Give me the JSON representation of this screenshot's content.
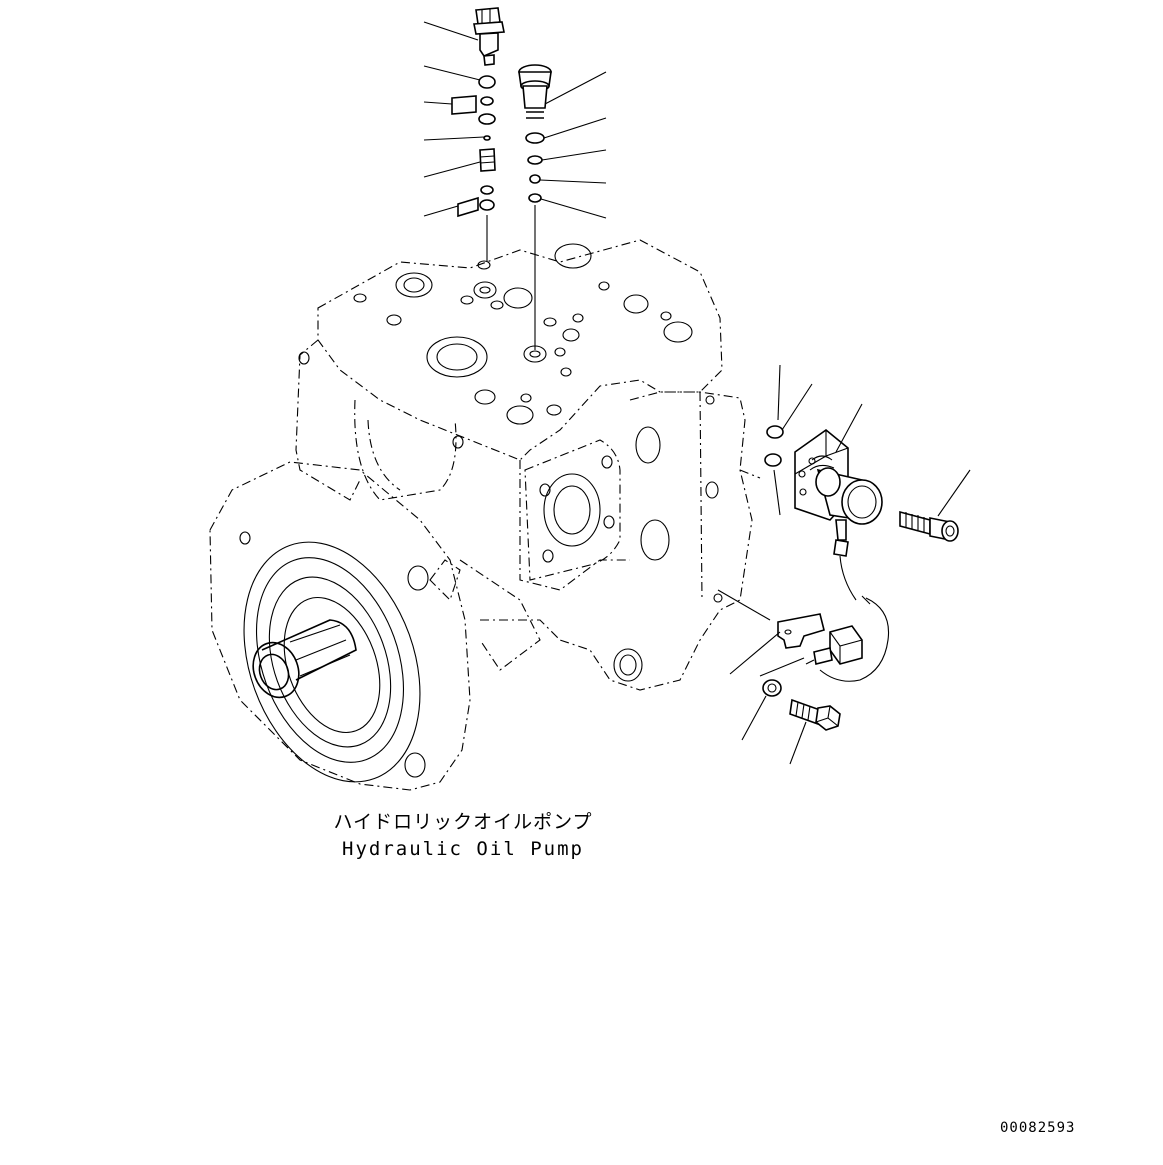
{
  "diagram": {
    "caption_jp": "ハイドロリックオイルポンプ",
    "caption_en": "Hydraulic Oil Pump",
    "drawing_number": "00082593"
  }
}
